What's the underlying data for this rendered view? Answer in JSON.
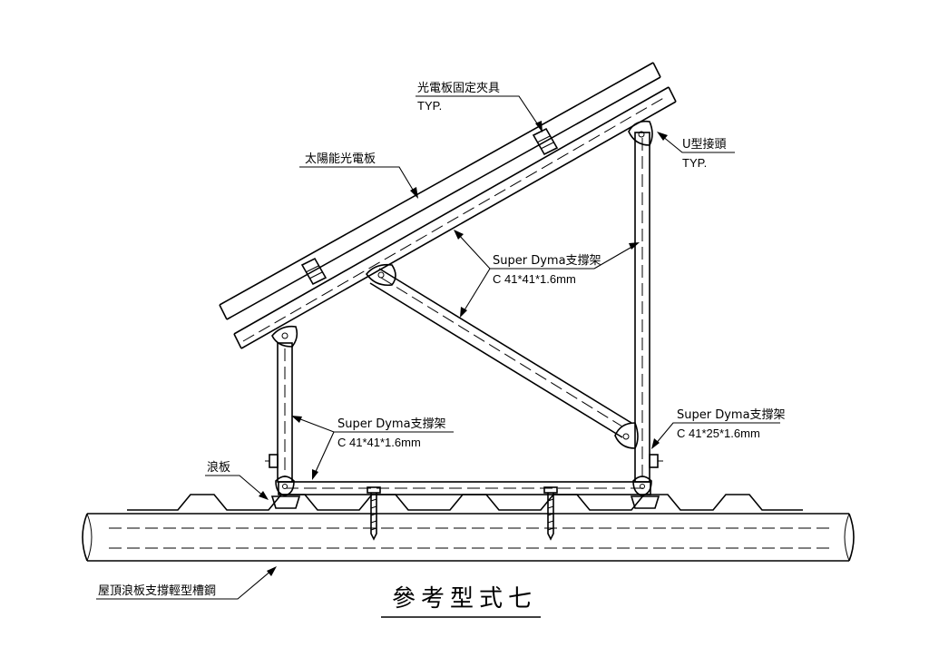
{
  "title": "參考型式七",
  "labels": {
    "clamp": "光電板固定夾具",
    "clamp_typ": "TYP.",
    "panel": "太陽能光電板",
    "u_joint": "U型接頭",
    "u_joint_typ": "TYP.",
    "brace_diag": "Super Dyma支撐架",
    "brace_diag_spec": "C 41*41*1.6mm",
    "brace_left": "Super Dyma支撐架",
    "brace_left_spec": "C 41*41*1.6mm",
    "brace_right": "Super Dyma支撐架",
    "brace_right_spec": "C 41*25*1.6mm",
    "corrugated": "浪板",
    "purlin": "屋頂浪板支撐輕型槽鋼"
  }
}
